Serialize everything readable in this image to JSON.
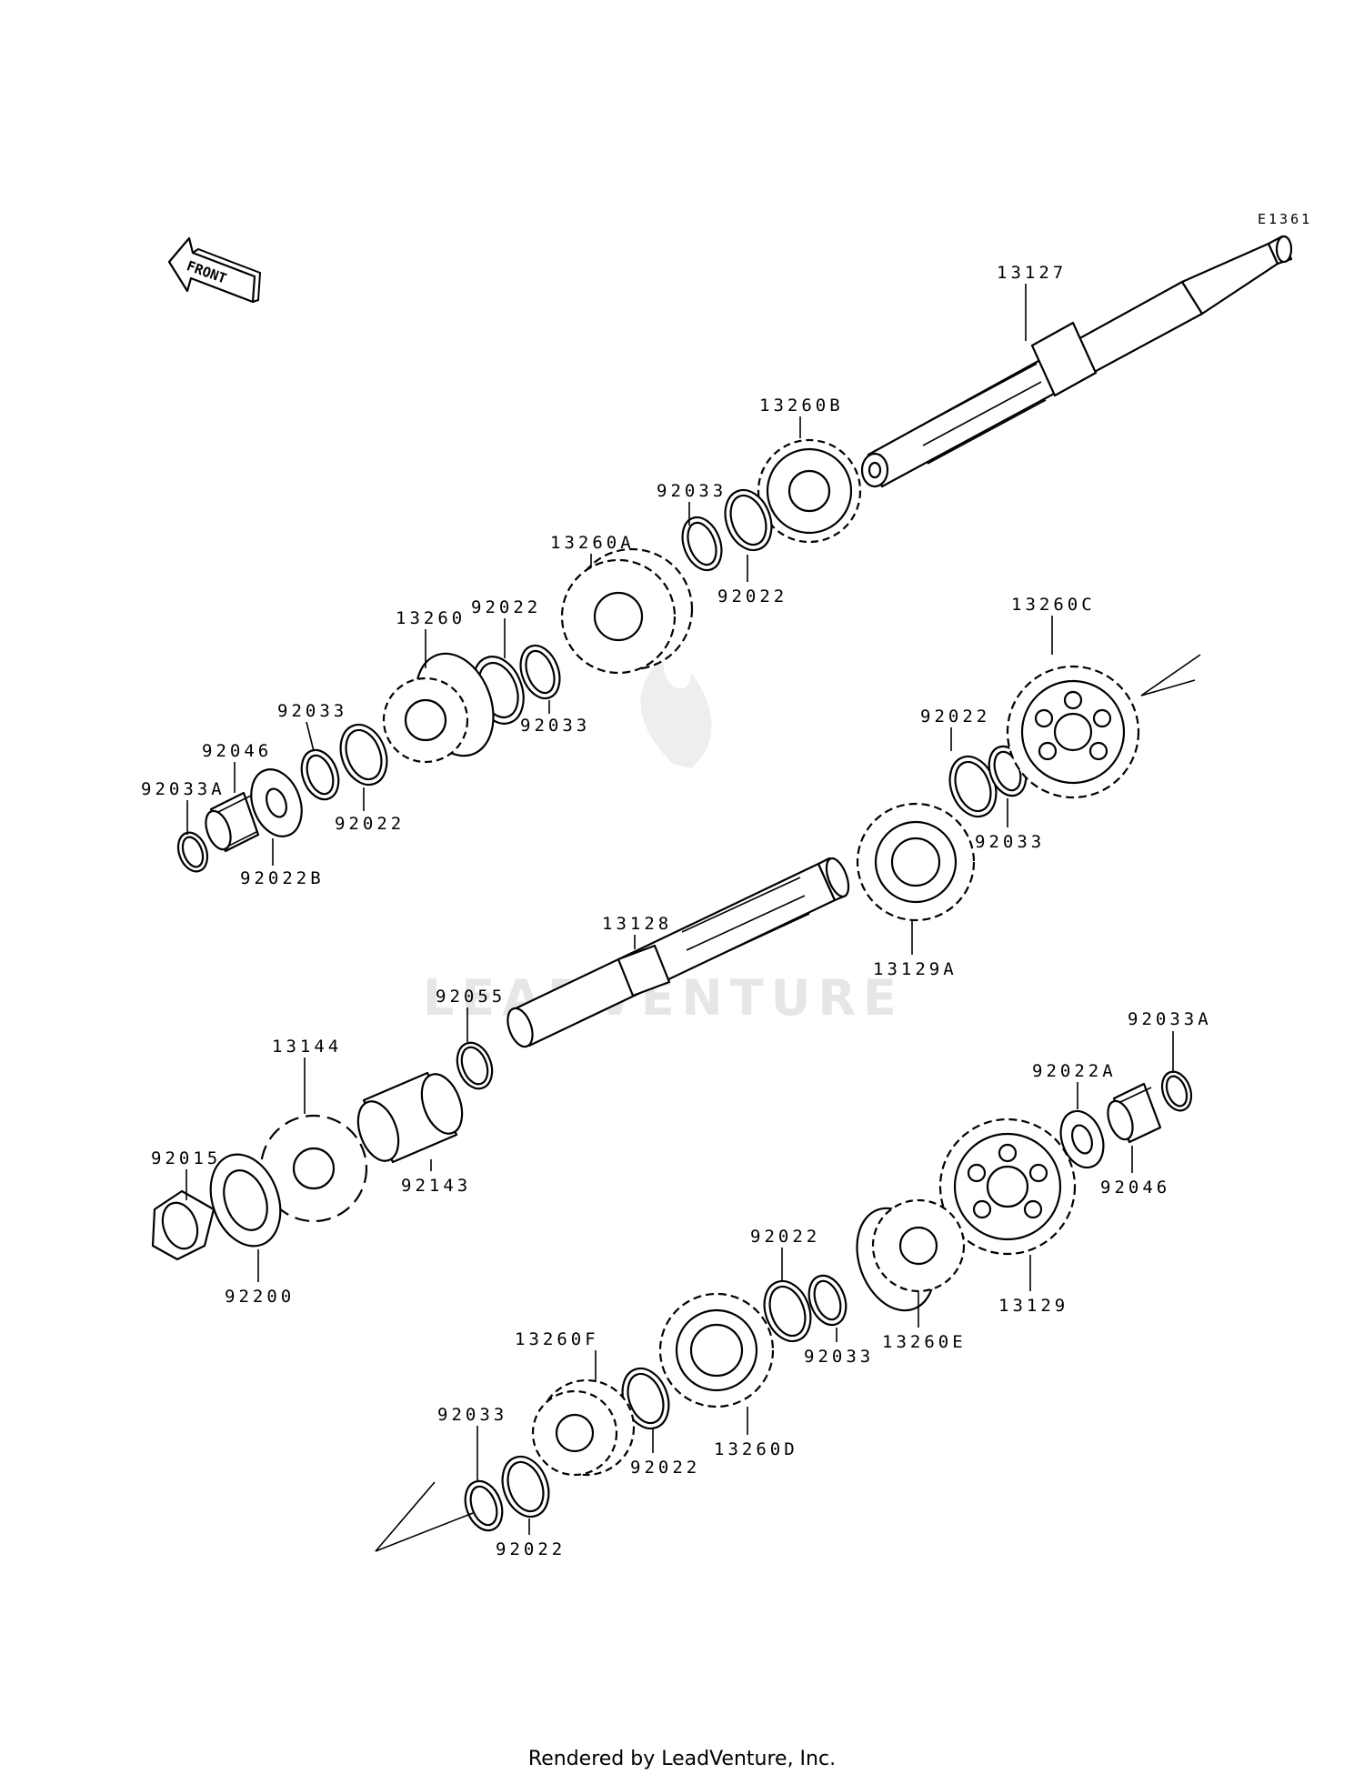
{
  "diagram": {
    "ref_code": "E1361",
    "front_label": "FRONT",
    "watermark": "LEADVENTURE",
    "labels": {
      "p13127": "13127",
      "p13260B": "13260B",
      "p92033_top": "92033",
      "p13260A": "13260A",
      "p92022_top": "92022",
      "p13260": "13260",
      "p92022_mid1": "92022",
      "p92033_mid1": "92033",
      "p92033_left": "92033",
      "p92046_left": "92046",
      "p92033A_left": "92033A",
      "p92022_left": "92022",
      "p92022B": "92022B",
      "p13260C": "13260C",
      "p92022_right": "92022",
      "p92033_right": "92033",
      "p13128": "13128",
      "p13129A": "13129A",
      "p92055": "92055",
      "p13144": "13144",
      "p92143": "92143",
      "p92015": "92015",
      "p92200": "92200",
      "p92033A_right": "92033A",
      "p92022A": "92022A",
      "p92046_right": "92046",
      "p13129": "13129",
      "p92022_low1": "92022",
      "p92033_low1": "92033",
      "p13260E": "13260E",
      "p13260F": "13260F",
      "p13260D": "13260D",
      "p92022_low2": "92022",
      "p92033_low2": "92033",
      "p92022_low3": "92022"
    }
  },
  "footer": "Rendered by LeadVenture, Inc."
}
